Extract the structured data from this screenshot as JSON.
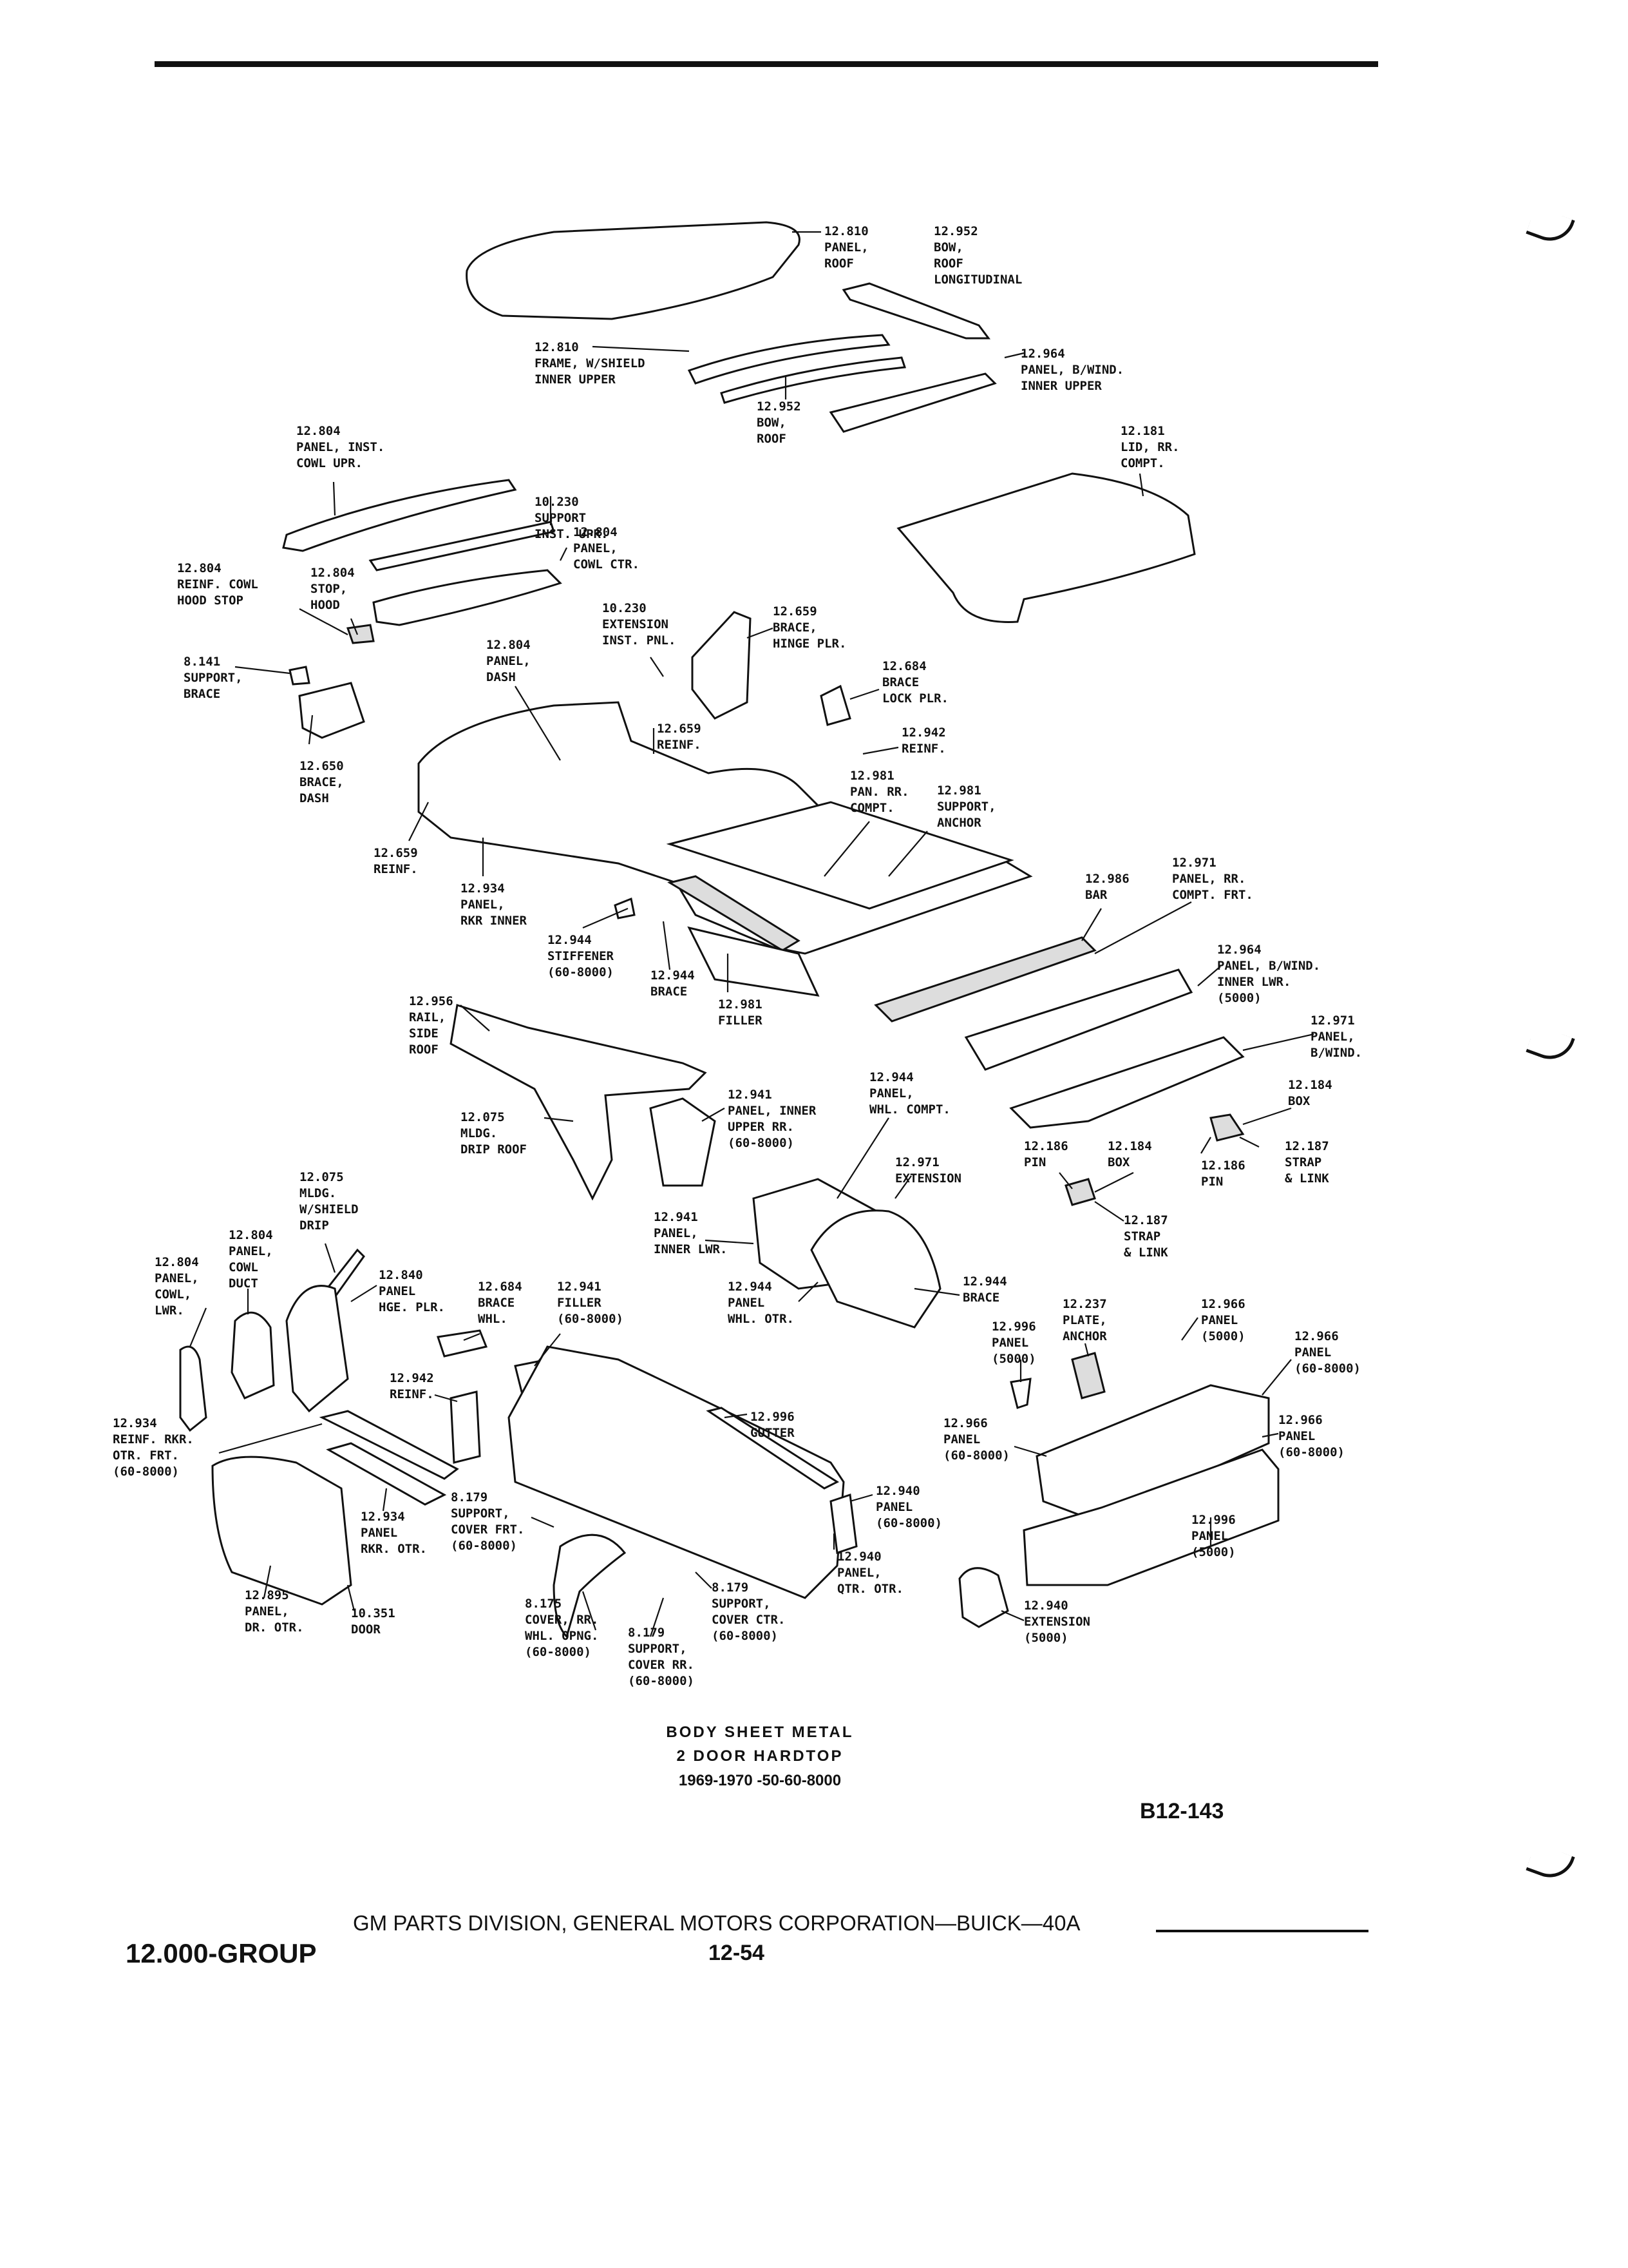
{
  "caption": {
    "line1": "BODY SHEET METAL",
    "line2": "2 DOOR HARDTOP",
    "line3": "1969-1970 -50-60-8000"
  },
  "reference": "B12-143",
  "footer": {
    "publisher": "GM PARTS DIVISION, GENERAL MOTORS CORPORATION—BUICK—40A",
    "group": "12.000-GROUP",
    "page": "12-54"
  },
  "labels": [
    {
      "id": "l01",
      "lines": [
        "12.810",
        "PANEL,",
        "ROOF"
      ]
    },
    {
      "id": "l02",
      "lines": [
        "12.952",
        "BOW,",
        "ROOF",
        "LONGITUDINAL"
      ]
    },
    {
      "id": "l03",
      "lines": [
        "12.810",
        "FRAME, W/SHIELD",
        "INNER UPPER"
      ]
    },
    {
      "id": "l04",
      "lines": [
        "12.964",
        "PANEL, B/WIND.",
        "INNER UPPER"
      ]
    },
    {
      "id": "l05",
      "lines": [
        "12.952",
        "BOW,",
        "ROOF"
      ]
    },
    {
      "id": "l06",
      "lines": [
        "12.804",
        "PANEL, INST.",
        "COWL UPR."
      ]
    },
    {
      "id": "l07",
      "lines": [
        "10.230",
        "SUPPORT",
        "INST. UPR."
      ]
    },
    {
      "id": "l08",
      "lines": [
        "12.181",
        "LID, RR.",
        "COMPT."
      ]
    },
    {
      "id": "l09",
      "lines": [
        "12.804",
        "PANEL,",
        "COWL CTR."
      ]
    },
    {
      "id": "l10",
      "lines": [
        "12.804",
        "REINF. COWL",
        "HOOD STOP"
      ]
    },
    {
      "id": "l11",
      "lines": [
        "12.804",
        "STOP,",
        "HOOD"
      ]
    },
    {
      "id": "l12",
      "lines": [
        "10.230",
        "EXTENSION",
        "INST. PNL."
      ]
    },
    {
      "id": "l13",
      "lines": [
        "12.659",
        "BRACE,",
        "HINGE PLR."
      ]
    },
    {
      "id": "l14",
      "lines": [
        "12.804",
        "PANEL,",
        "DASH"
      ]
    },
    {
      "id": "l15",
      "lines": [
        "8.141",
        "SUPPORT,",
        "BRACE"
      ]
    },
    {
      "id": "l16",
      "lines": [
        "12.684",
        "BRACE",
        "LOCK PLR."
      ]
    },
    {
      "id": "l17",
      "lines": [
        "12.659",
        "REINF."
      ]
    },
    {
      "id": "l18",
      "lines": [
        "12.942",
        "REINF."
      ]
    },
    {
      "id": "l19",
      "lines": [
        "12.650",
        "BRACE,",
        "DASH"
      ]
    },
    {
      "id": "l20",
      "lines": [
        "12.981",
        "PAN. RR.",
        "COMPT."
      ]
    },
    {
      "id": "l21",
      "lines": [
        "12.981",
        "SUPPORT,",
        "ANCHOR"
      ]
    },
    {
      "id": "l22",
      "lines": [
        "12.659",
        "REINF."
      ]
    },
    {
      "id": "l23",
      "lines": [
        "12.934",
        "PANEL,",
        "RKR INNER"
      ]
    },
    {
      "id": "l24",
      "lines": [
        "12.971",
        "PANEL, RR.",
        "COMPT. FRT."
      ]
    },
    {
      "id": "l25",
      "lines": [
        "12.986",
        "BAR"
      ]
    },
    {
      "id": "l26",
      "lines": [
        "12.944",
        "STIFFENER",
        "(60-8000)"
      ]
    },
    {
      "id": "l27",
      "lines": [
        "12.944",
        "BRACE"
      ]
    },
    {
      "id": "l28",
      "lines": [
        "12.981",
        "FILLER"
      ]
    },
    {
      "id": "l29",
      "lines": [
        "12.964",
        "PANEL, B/WIND.",
        "INNER LWR.",
        "(5000)"
      ]
    },
    {
      "id": "l30",
      "lines": [
        "12.956",
        "RAIL,",
        "SIDE",
        "ROOF"
      ]
    },
    {
      "id": "l31",
      "lines": [
        "12.971",
        "PANEL,",
        "B/WIND."
      ]
    },
    {
      "id": "l32",
      "lines": [
        "12.944",
        "PANEL,",
        "WHL. COMPT."
      ]
    },
    {
      "id": "l33",
      "lines": [
        "12.941",
        "PANEL, INNER",
        "UPPER RR.",
        "(60-8000)"
      ]
    },
    {
      "id": "l34",
      "lines": [
        "12.075",
        "MLDG.",
        "DRIP ROOF"
      ]
    },
    {
      "id": "l35",
      "lines": [
        "12.184",
        "BOX"
      ]
    },
    {
      "id": "l36",
      "lines": [
        "12.971",
        "EXTENSION"
      ]
    },
    {
      "id": "l37",
      "lines": [
        "12.186",
        "PIN"
      ]
    },
    {
      "id": "l38",
      "lines": [
        "12.184",
        "BOX"
      ]
    },
    {
      "id": "l39",
      "lines": [
        "12.187",
        "STRAP",
        "& LINK"
      ]
    },
    {
      "id": "l40",
      "lines": [
        "12.186",
        "PIN"
      ]
    },
    {
      "id": "l41",
      "lines": [
        "12.075",
        "MLDG.",
        "W/SHIELD",
        "DRIP"
      ]
    },
    {
      "id": "l42",
      "lines": [
        "12.187",
        "STRAP",
        "& LINK"
      ]
    },
    {
      "id": "l43",
      "lines": [
        "12.941",
        "PANEL,",
        "INNER LWR."
      ]
    },
    {
      "id": "l44",
      "lines": [
        "12.804",
        "PANEL,",
        "COWL",
        "DUCT"
      ]
    },
    {
      "id": "l45",
      "lines": [
        "12.804",
        "PANEL,",
        "COWL,",
        "LWR."
      ]
    },
    {
      "id": "l46",
      "lines": [
        "12.840",
        "PANEL",
        "HGE. PLR."
      ]
    },
    {
      "id": "l47",
      "lines": [
        "12.944",
        "BRACE"
      ]
    },
    {
      "id": "l48",
      "lines": [
        "12.944",
        "PANEL",
        "WHL. OTR."
      ]
    },
    {
      "id": "l49",
      "lines": [
        "12.684",
        "BRACE",
        "WHL."
      ]
    },
    {
      "id": "l50",
      "lines": [
        "12.941",
        "FILLER",
        "(60-8000)"
      ]
    },
    {
      "id": "l51",
      "lines": [
        "12.237",
        "PLATE,",
        "ANCHOR"
      ]
    },
    {
      "id": "l52",
      "lines": [
        "12.966",
        "PANEL",
        "(5000)"
      ]
    },
    {
      "id": "l53",
      "lines": [
        "12.996",
        "PANEL",
        "(5000)"
      ]
    },
    {
      "id": "l54",
      "lines": [
        "12.966",
        "PANEL",
        "(60-8000)"
      ]
    },
    {
      "id": "l55",
      "lines": [
        "12.942",
        "REINF."
      ]
    },
    {
      "id": "l56",
      "lines": [
        "12.996",
        "GUTTER"
      ]
    },
    {
      "id": "l57",
      "lines": [
        "12.934",
        "REINF. RKR.",
        "OTR. FRT.",
        "(60-8000)"
      ]
    },
    {
      "id": "l58",
      "lines": [
        "12.966",
        "PANEL",
        "(60-8000)"
      ]
    },
    {
      "id": "l59",
      "lines": [
        "12.966",
        "PANEL",
        "(60-8000)"
      ]
    },
    {
      "id": "l60",
      "lines": [
        "12.940",
        "PANEL",
        "(60-8000)"
      ]
    },
    {
      "id": "l61",
      "lines": [
        "8.179",
        "SUPPORT,",
        "COVER FRT.",
        "(60-8000)"
      ]
    },
    {
      "id": "l62",
      "lines": [
        "12.934",
        "PANEL",
        "RKR. OTR."
      ]
    },
    {
      "id": "l63",
      "lines": [
        "12.996",
        "PANEL",
        "(5000)"
      ]
    },
    {
      "id": "l64",
      "lines": [
        "12.940",
        "PANEL,",
        "QTR. OTR."
      ]
    },
    {
      "id": "l65",
      "lines": [
        "8.179",
        "SUPPORT,",
        "COVER CTR.",
        "(60-8000)"
      ]
    },
    {
      "id": "l66",
      "lines": [
        "12.895",
        "PANEL,",
        "DR. OTR."
      ]
    },
    {
      "id": "l67",
      "lines": [
        "10.351",
        "DOOR"
      ]
    },
    {
      "id": "l68",
      "lines": [
        "8.175",
        "COVER, RR.",
        "WHL. OPNG.",
        "(60-8000)"
      ]
    },
    {
      "id": "l69",
      "lines": [
        "8.179",
        "SUPPORT,",
        "COVER RR.",
        "(60-8000)"
      ]
    },
    {
      "id": "l70",
      "lines": [
        "12.940",
        "EXTENSION",
        "(5000)"
      ]
    }
  ]
}
